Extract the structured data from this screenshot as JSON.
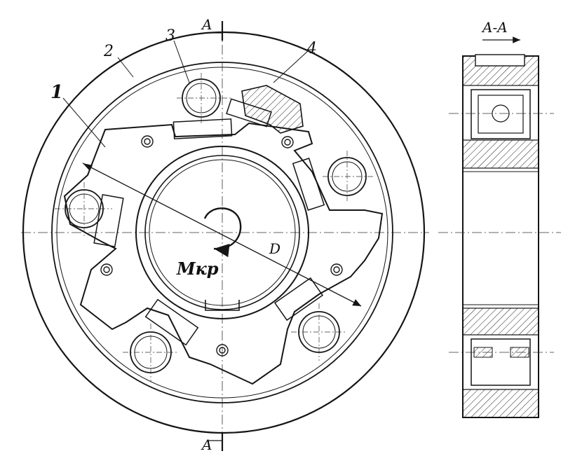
{
  "labels": {
    "part1": "1",
    "part2": "2",
    "part3": "3",
    "part4": "4",
    "section_top": "A",
    "section_bottom": "A",
    "section_title": "A-A",
    "diameter": "D",
    "torque": "Мкр"
  },
  "colors": {
    "ink": "#151515",
    "paper": "#ffffff"
  }
}
